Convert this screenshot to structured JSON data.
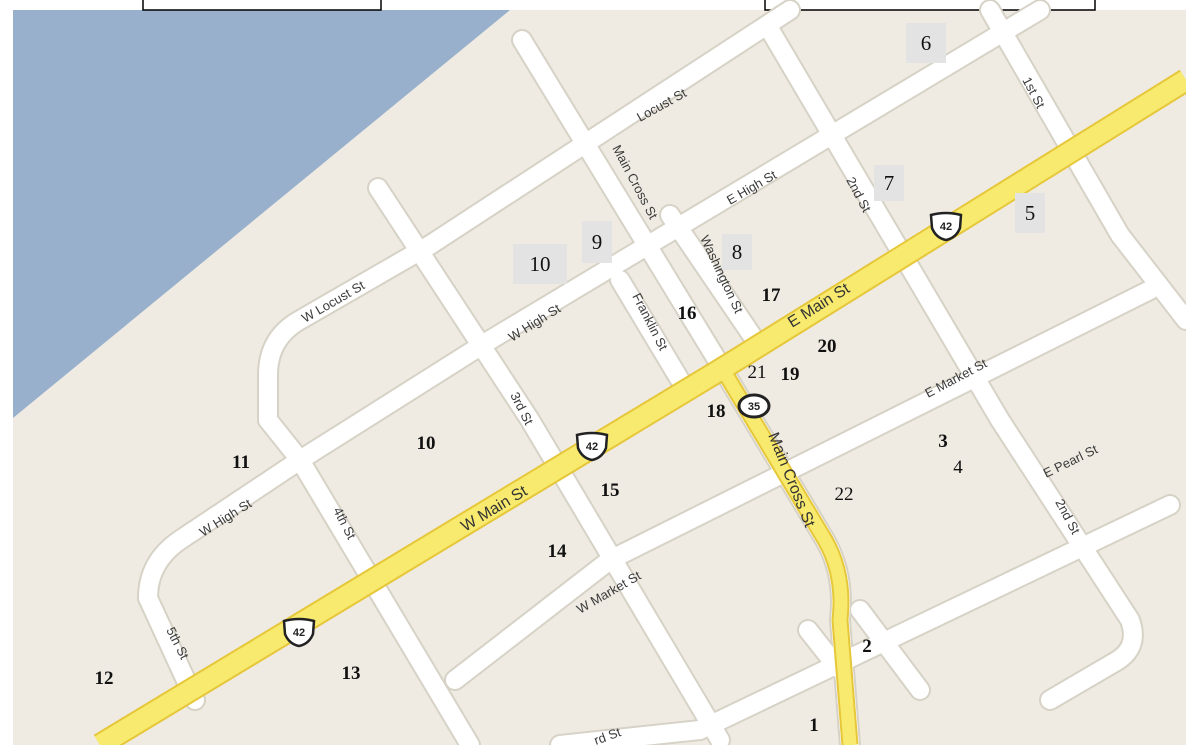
{
  "water_color": "#98b0cc",
  "land_color": "#efebe3",
  "road_color": "#ffffff",
  "highway_color": "#f7ea6e",
  "streets": [
    {
      "id": "locust",
      "label": "Locust St"
    },
    {
      "id": "main-cross-north",
      "label": "Main Cross St"
    },
    {
      "id": "e-high",
      "label": "E High St"
    },
    {
      "id": "second-north",
      "label": "2nd St"
    },
    {
      "id": "first",
      "label": "1st St"
    },
    {
      "id": "washington",
      "label": "Washington St"
    },
    {
      "id": "w-locust",
      "label": "W Locust St"
    },
    {
      "id": "w-high-north",
      "label": "W High St"
    },
    {
      "id": "franklin",
      "label": "Franklin St"
    },
    {
      "id": "e-main",
      "label": "E Main St"
    },
    {
      "id": "e-market",
      "label": "E Market St"
    },
    {
      "id": "third",
      "label": "3rd St"
    },
    {
      "id": "main-cross-south",
      "label": "Main Cross St"
    },
    {
      "id": "e-pearl",
      "label": "E Pearl St"
    },
    {
      "id": "w-high-south",
      "label": "W High St"
    },
    {
      "id": "fourth",
      "label": "4th St"
    },
    {
      "id": "w-main",
      "label": "W Main St"
    },
    {
      "id": "second-south",
      "label": "2nd St"
    },
    {
      "id": "w-market",
      "label": "W Market St"
    },
    {
      "id": "fifth",
      "label": "5th St"
    },
    {
      "id": "bottom",
      "label": "rd St"
    }
  ],
  "shields": [
    {
      "id": "us42-east",
      "label": "42",
      "type": "us"
    },
    {
      "id": "us42-center",
      "label": "42",
      "type": "us"
    },
    {
      "id": "us42-west",
      "label": "42",
      "type": "us"
    },
    {
      "id": "sr35",
      "label": "35",
      "type": "state"
    }
  ],
  "markers": [
    {
      "id": "m6",
      "label": "6",
      "boxed": true,
      "bold": false
    },
    {
      "id": "m7",
      "label": "7",
      "boxed": true,
      "bold": false
    },
    {
      "id": "m5",
      "label": "5",
      "boxed": true,
      "bold": false
    },
    {
      "id": "m9",
      "label": "9",
      "boxed": true,
      "bold": false
    },
    {
      "id": "m10a",
      "label": "10",
      "boxed": true,
      "bold": false
    },
    {
      "id": "m8",
      "label": "8",
      "boxed": true,
      "bold": false
    },
    {
      "id": "m17",
      "label": "17",
      "boxed": false,
      "bold": true
    },
    {
      "id": "m16",
      "label": "16",
      "boxed": false,
      "bold": true
    },
    {
      "id": "m20",
      "label": "20",
      "boxed": false,
      "bold": true
    },
    {
      "id": "m21",
      "label": "21",
      "boxed": false,
      "bold": false
    },
    {
      "id": "m19",
      "label": "19",
      "boxed": false,
      "bold": true
    },
    {
      "id": "m18",
      "label": "18",
      "boxed": false,
      "bold": true
    },
    {
      "id": "m3",
      "label": "3",
      "boxed": false,
      "bold": true
    },
    {
      "id": "m4",
      "label": "4",
      "boxed": false,
      "bold": false
    },
    {
      "id": "m10b",
      "label": "10",
      "boxed": false,
      "bold": true
    },
    {
      "id": "m11",
      "label": "11",
      "boxed": false,
      "bold": true
    },
    {
      "id": "m15",
      "label": "15",
      "boxed": false,
      "bold": true
    },
    {
      "id": "m22",
      "label": "22",
      "boxed": false,
      "bold": false
    },
    {
      "id": "m14",
      "label": "14",
      "boxed": false,
      "bold": true
    },
    {
      "id": "m2",
      "label": "2",
      "boxed": false,
      "bold": true
    },
    {
      "id": "m12",
      "label": "12",
      "boxed": false,
      "bold": true
    },
    {
      "id": "m13",
      "label": "13",
      "boxed": false,
      "bold": true
    },
    {
      "id": "m1",
      "label": "1",
      "boxed": false,
      "bold": true
    }
  ]
}
